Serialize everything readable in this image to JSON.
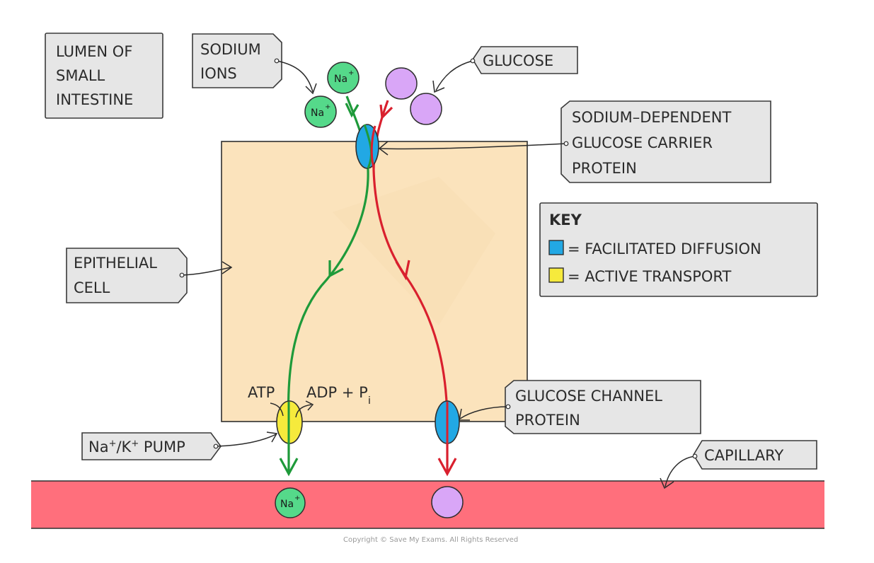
{
  "labels": {
    "lumen": [
      "LUMEN OF",
      "SMALL",
      "INTESTINE"
    ],
    "sodium_ions": [
      "SODIUM",
      "IONS"
    ],
    "glucose": "GLUCOSE",
    "carrier": [
      "SODIUM–DEPENDENT",
      "GLUCOSE CARRIER",
      "PROTEIN"
    ],
    "epithelial": [
      "EPITHELIAL",
      "CELL"
    ],
    "atp": "ATP",
    "adp": "ADP + P",
    "adp_sub": "i",
    "pump_prefix": "Na",
    "pump_sup1": "+",
    "pump_mid": "/K",
    "pump_sup2": "+",
    "pump_suffix": " PUMP",
    "channel": [
      "GLUCOSE CHANNEL",
      "PROTEIN"
    ],
    "capillary": "CAPILLARY"
  },
  "key": {
    "title": "KEY",
    "facilitated": "= FACILITATED DIFFUSION",
    "active": "= ACTIVE TRANSPORT"
  },
  "ions": {
    "sodium_text": "Na",
    "sodium_sup": "+"
  },
  "colors": {
    "cell": "#fbe3bc",
    "cell_border": "#2f2f2f",
    "capillary": "#ff6f7c",
    "sodium_ion": "#55d98a",
    "glucose_ion": "#d9a6f7",
    "facilitated_protein": "#22a8e4",
    "active_protein": "#f6ea3c",
    "sodium_path": "#1e9a3a",
    "glucose_path": "#d9202e"
  },
  "copyright": "Copyright © Save My Exams. All Rights Reserved"
}
